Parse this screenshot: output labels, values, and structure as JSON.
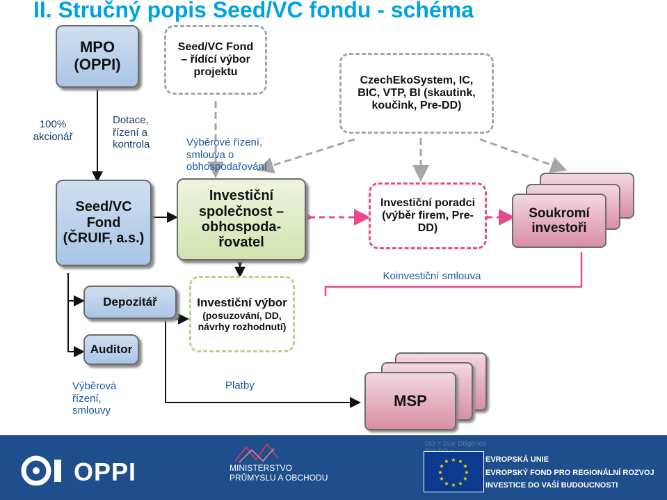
{
  "title": "II. Stručný popis Seed/VC fondu - schéma",
  "nodes": {
    "mpo": "MPO (OPPI)",
    "ridici_vybor": "Seed/VC Fond – řídící výbor projektu",
    "czechekosystem": "CzechEkoSystem, IC, BIC, VTP, BI (skautink, koučink, Pre-DD)",
    "seed_vc_fond": "Seed/VC Fond (ČRUIF, a.s.)",
    "investicni_spolecnost": "Investiční společnost – obhospoda-řovatel",
    "investicni_poradci": "Investiční poradci (výběr firem, Pre-DD)",
    "soukromi_investori": "Soukromí investoři",
    "depozitar": "Depozitář",
    "auditor": "Auditor",
    "investicni_vybor_title": "Investiční výbor",
    "investicni_vybor_sub": "(posuzování, DD, návrhy rozhodnutí)",
    "msp": "MSP"
  },
  "labels": {
    "akcionar": "100% akcionář",
    "dotace": "Dotace, řízení a kontrola",
    "vyberove_rizeni": "Výběrové řízení, smlouva o obhospodařování",
    "koinvesticni": "Koinvestiční smlouva",
    "vyberova_rizeni_smlouvy": "Výběrová řízení, smlouvy",
    "platby": "Platby"
  },
  "footer": {
    "oppi": "OPPI",
    "mpo_line1": "MINISTERSTVO",
    "mpo_line2": "PRŮMYSLU A OBCHODU",
    "eu_line1": "EVROPSKÁ UNIE",
    "eu_line2": "EVROPSKÝ FOND PRO REGIONÁLNÍ ROZVOJ",
    "eu_line3": "INVESTICE DO VAŠÍ BUDOUCNOSTI",
    "ghost_line1": "DD = Due Diligence",
    "ghost_line2": "Pre-DD ="
  },
  "colors": {
    "title": "#00a2e0",
    "blue_box": "#a9c5e6",
    "green_box": "#d2e3b0",
    "pink_dash": "#e64b8b",
    "gray_dash": "#a6a6a6",
    "footer": "#1e4f8c"
  }
}
